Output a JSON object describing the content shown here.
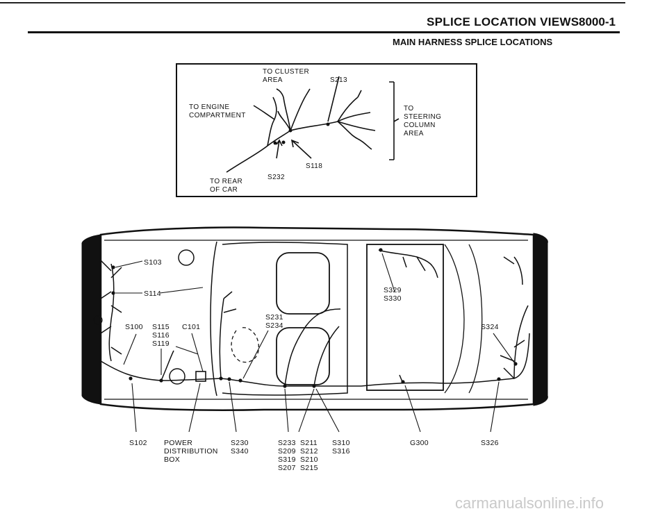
{
  "header": {
    "title": "SPLICE LOCATION VIEWS",
    "code": "8000-1",
    "subtitle": "MAIN HARNESS SPLICE LOCATIONS"
  },
  "inset": {
    "to_cluster": [
      "TO CLUSTER",
      "AREA"
    ],
    "to_engine": [
      "TO ENGINE",
      "COMPARTMENT"
    ],
    "to_steering": [
      "TO",
      "STEERING",
      "COLUMN",
      "AREA"
    ],
    "to_rear": [
      "TO REAR",
      "OF CAR"
    ],
    "s213": "S213",
    "s118": "S118",
    "s232": "S232"
  },
  "car": {
    "s103": "S103",
    "s114": "S114",
    "s100": "S100",
    "s115": "S115",
    "s116": "S116",
    "s119": "S119",
    "c101": "C101",
    "s231": "S231",
    "s234": "S234",
    "s329": "S329",
    "s330": "S330",
    "s324": "S324"
  },
  "bottom": {
    "s102": "S102",
    "power": [
      "POWER",
      "DISTRIBUTION",
      "BOX"
    ],
    "s230_group": [
      "S230",
      "S340"
    ],
    "col_a": [
      "S233",
      "S209",
      "S319",
      "S207"
    ],
    "col_b": [
      "S211",
      "S212",
      "S210",
      "S215"
    ],
    "s310_group": [
      "S310",
      "S316"
    ],
    "g300": "G300",
    "s326": "S326"
  },
  "watermark": "carmanualsonline.info"
}
